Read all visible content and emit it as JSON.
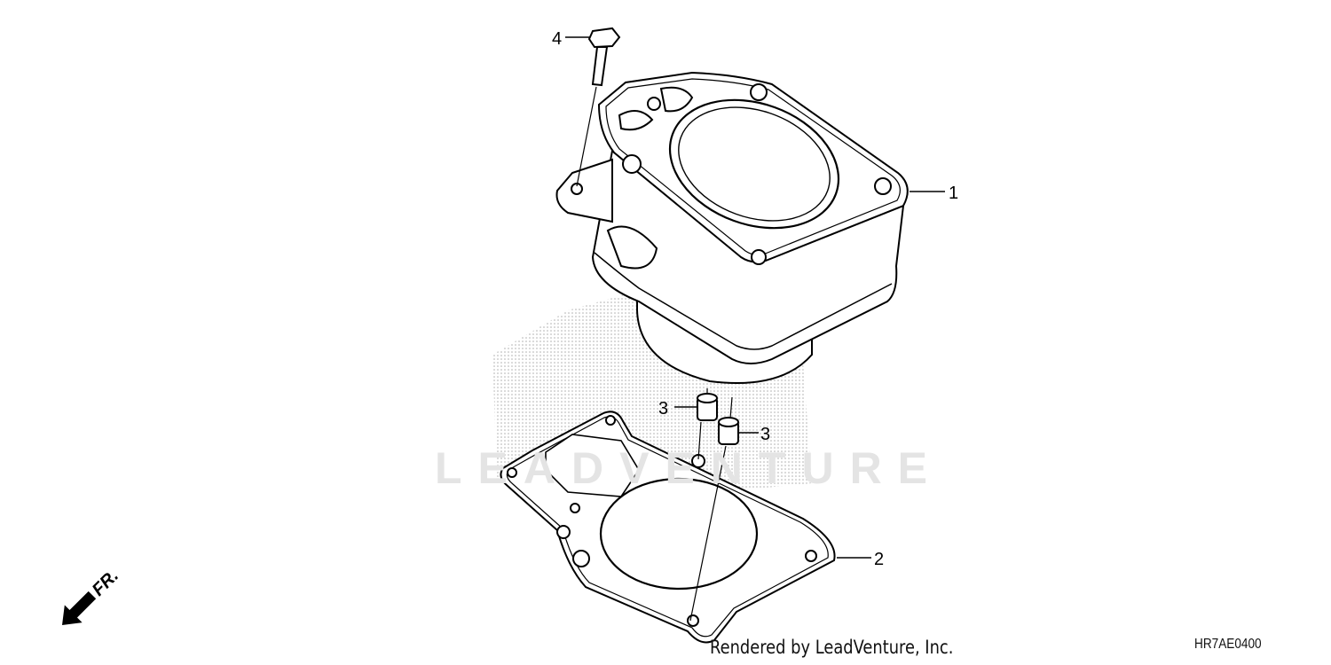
{
  "diagram": {
    "watermark": "LEADVENTURE",
    "callouts": [
      {
        "label": "1",
        "part": "cylinder"
      },
      {
        "label": "2",
        "part": "gasket"
      },
      {
        "label": "3",
        "part": "dowel-pin"
      },
      {
        "label": "3",
        "part": "dowel-pin"
      },
      {
        "label": "4",
        "part": "bolt"
      }
    ],
    "direction_label": "FR.",
    "footer": "Rendered by LeadVenture, Inc.",
    "diagram_code": "HR7AE0400"
  }
}
